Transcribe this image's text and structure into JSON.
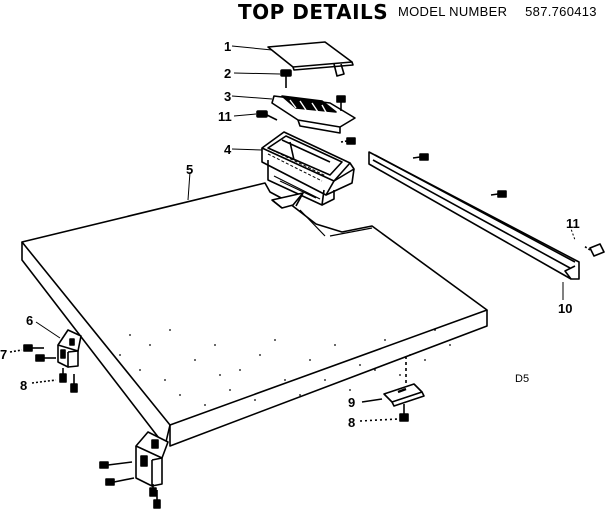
{
  "header": {
    "title": "TOP DETAILS",
    "model_label": "MODEL NUMBER",
    "model_number": "587.760413"
  },
  "page_code": "D5",
  "callouts": {
    "c1": "1",
    "c2": "2",
    "c3": "3",
    "c11a": "11",
    "c4": "4",
    "c5": "5",
    "c11b": "11",
    "c10": "10",
    "c6": "6",
    "c7": "7",
    "c8a": "8",
    "c9": "9",
    "c8b": "8"
  }
}
